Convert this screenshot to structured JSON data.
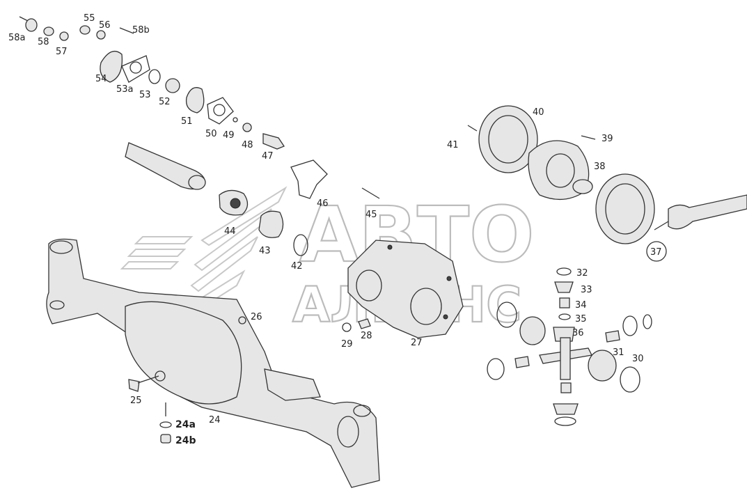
{
  "watermark": {
    "line1": "АВТО",
    "line2": "АЛЬЯНС"
  },
  "labels": {
    "l58a": "58a",
    "l58": "58",
    "l57": "57",
    "l55": "55",
    "l56": "56",
    "l58b": "58b",
    "l54": "54",
    "l53a": "53a",
    "l53": "53",
    "l52": "52",
    "l51": "51",
    "l50": "50",
    "l49": "49",
    "l48": "48",
    "l47": "47",
    "l46": "46",
    "l45": "45",
    "l44": "44",
    "l43": "43",
    "l42": "42",
    "l41": "41",
    "l40": "40",
    "l39": "39",
    "l38": "38",
    "l37": "37",
    "l32": "32",
    "l33": "33",
    "l34": "34",
    "l35": "35",
    "l36": "36",
    "l31": "31",
    "l30": "30",
    "l29": "29",
    "l28": "28",
    "l27": "27",
    "l26": "26",
    "l25": "25",
    "l24": "24",
    "l24a": "24a",
    "l24b": "24b"
  }
}
